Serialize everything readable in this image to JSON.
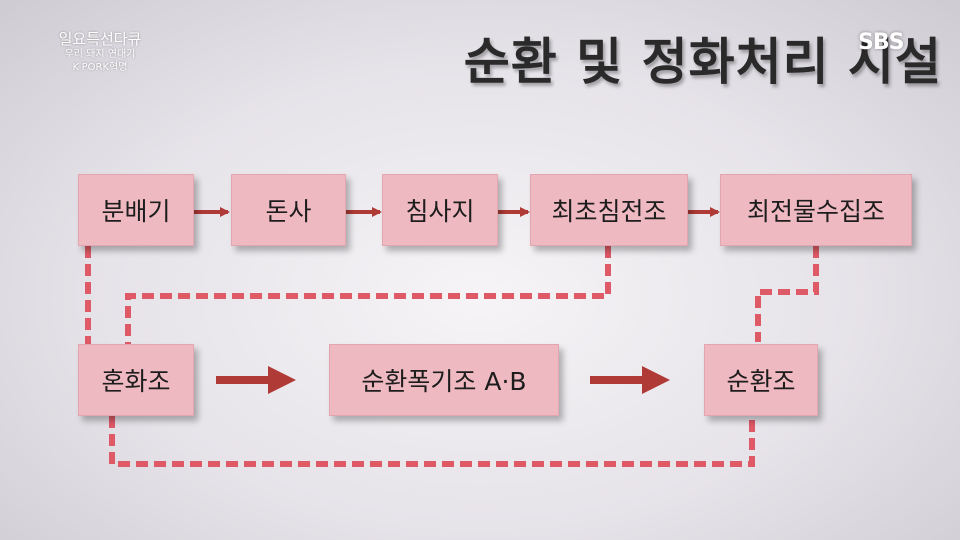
{
  "program": {
    "name": "일요특선다큐",
    "sub1": "우리 돼지 연대기",
    "sub2": "K-PORK혁명"
  },
  "title": "순환 및 정화처리 시설",
  "logo": "SBS",
  "colors": {
    "box_fill": "#efb9c1",
    "arrow": "#b03a36",
    "dashed": "#dd5a66",
    "title": "#2a2a2a"
  },
  "process": {
    "top_row": [
      "분배기",
      "돈사",
      "침사지",
      "최초침전조",
      "최전물수집조"
    ],
    "bottom_row": [
      "혼화조",
      "순환폭기조 A·B",
      "순환조"
    ]
  }
}
